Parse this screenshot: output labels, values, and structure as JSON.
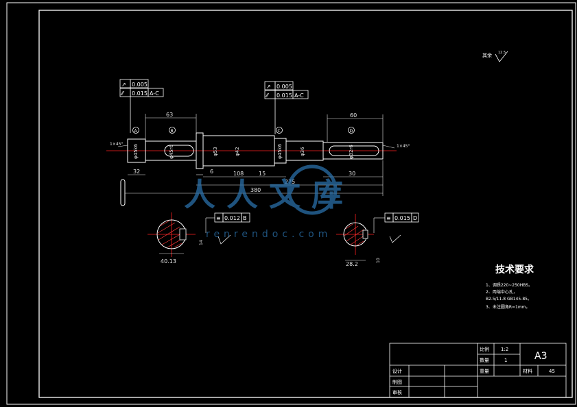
{
  "roughness": {
    "label": "其余",
    "value": "12.5"
  },
  "tolerances": {
    "left": {
      "runout_value": "0.005",
      "flatness_value": "0.015",
      "datum": "A-C"
    },
    "mid": {
      "runout_value": "0.005",
      "flatness_value": "0.015",
      "datum": "A-C"
    },
    "section_b": {
      "value": "0.012",
      "datum": "B"
    },
    "section_d": {
      "value": "0.015",
      "datum": "D"
    }
  },
  "datums": {
    "a": "A",
    "b": "B",
    "c": "C",
    "d": "D"
  },
  "dimensions": {
    "d63": "63",
    "d60": "60",
    "d32": "32",
    "d6": "6",
    "d108": "108",
    "d15": "15",
    "d30": "30",
    "d275": "275",
    "d380": "380",
    "dia53": "φ53",
    "dia42": "φ42",
    "dia36": "φ36",
    "dia45_left": "φ45k6",
    "dia45_mid": "φ45k6",
    "dia45_key": "φ45r6",
    "dia32_key": "φ32r6",
    "sec_left": "40.13",
    "sec_right": "28.2",
    "sec_key_left": "14",
    "sec_key_right": "10",
    "end_left": "1×45°",
    "end_right": "1×45°"
  },
  "watermark": {
    "main": "人人文库",
    "sub": "renrendoc.com"
  },
  "tech": {
    "title": "技术要求",
    "lines": [
      "1、调质220~250HBS。",
      "2、两端中心孔，",
      "   B2.5/11.8  GB145-85。",
      "3、未注圆角R=1mm。"
    ]
  },
  "title_block": {
    "scale_label": "比例",
    "scale_value": "1:2",
    "qty_label": "数量",
    "qty_value": "1",
    "format": "A3",
    "weight_label": "重量",
    "material_label": "材料",
    "material_value": "45",
    "design_label": "设计",
    "drawing_label": "制图",
    "review_label": "审核"
  },
  "colors": {
    "outline": "#ffffff",
    "center": "#ff2020",
    "dim": "#e8e8e8",
    "watermark": "#2a6fa8"
  }
}
